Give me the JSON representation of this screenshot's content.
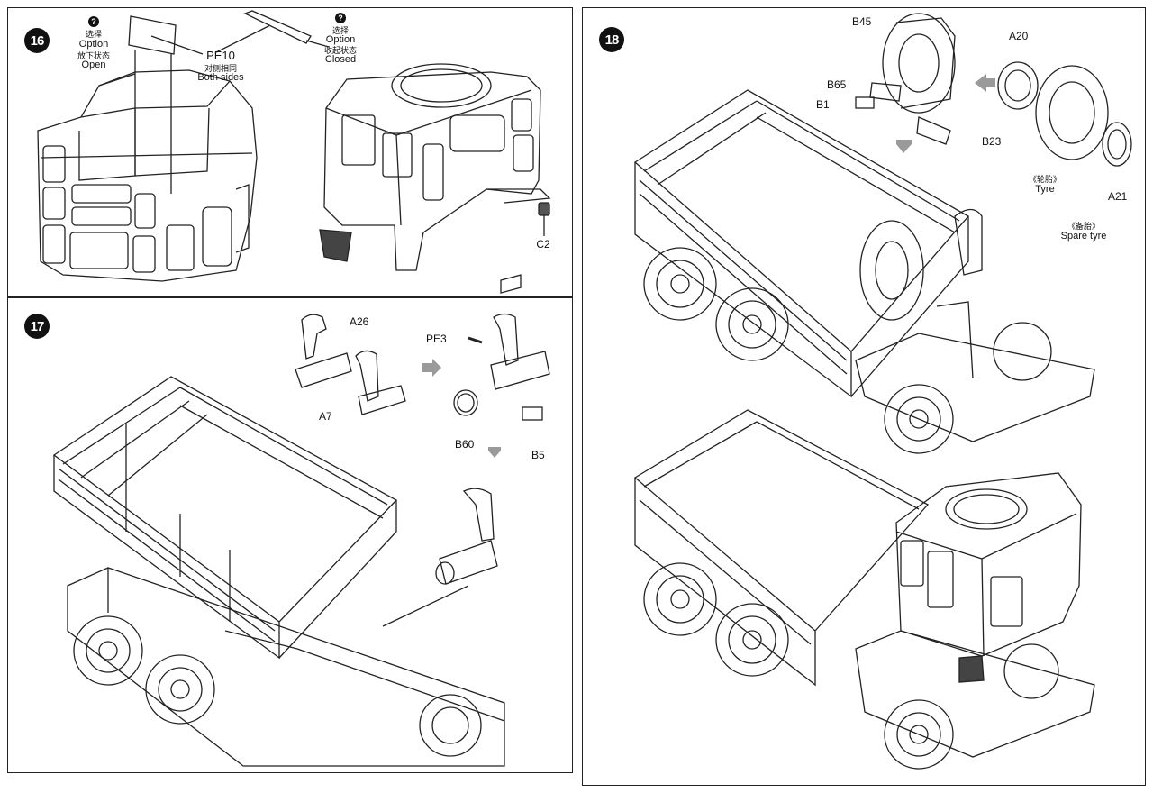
{
  "steps": {
    "s16": {
      "number": "16",
      "labels": {
        "option_open_cn1": "选择",
        "option_open_en": "Option",
        "option_open_cn2": "放下状态",
        "open": "Open",
        "pe10": "PE10",
        "pe10_cn": "对侧相同",
        "both_sides": "Both sides",
        "option_closed_cn1": "选择",
        "option_closed_en": "Option",
        "option_closed_cn2": "收起状态",
        "closed": "Closed",
        "c2": "C2"
      }
    },
    "s17": {
      "number": "17",
      "labels": {
        "a26": "A26",
        "a7": "A7",
        "pe3": "PE3",
        "b60": "B60",
        "b5": "B5"
      }
    },
    "s18": {
      "number": "18",
      "labels": {
        "b45": "B45",
        "b65": "B65",
        "b1": "B1",
        "b23": "B23",
        "a20": "A20",
        "a21": "A21",
        "tyre_cn": "《轮胎》",
        "tyre": "Tyre",
        "spare_cn": "《备胎》",
        "spare": "Spare tyre"
      }
    }
  },
  "colors": {
    "ink": "#111111",
    "line": "#222222",
    "arrow": "#9a9a9a"
  }
}
